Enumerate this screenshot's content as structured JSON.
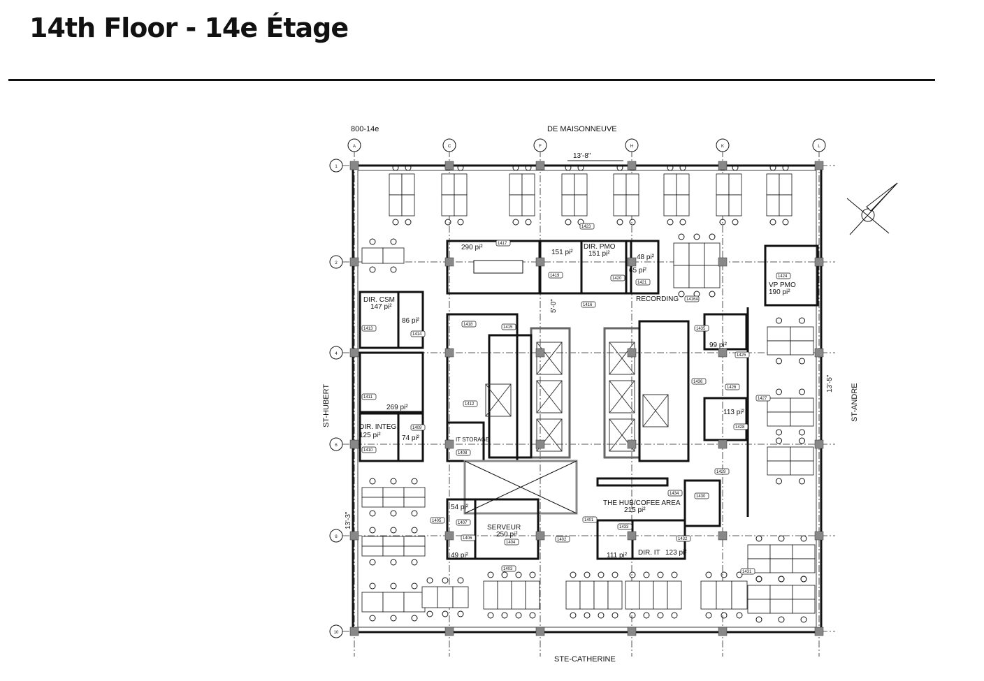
{
  "title": "14th Floor - 14e Étage",
  "plan": {
    "code": "800-14e",
    "streets": {
      "north": "DE MAISONNEUVE",
      "south": "STE-CATHERINE",
      "west": "ST-HUBERT",
      "east": "ST-ANDRE"
    },
    "grid_columns": [
      "A",
      "C",
      "F",
      "H",
      "K",
      "L"
    ],
    "grid_rows": [
      "1",
      "2",
      "4",
      "6",
      "8",
      "10"
    ],
    "dimensions": [
      "13'-8\"",
      "13'-5\"",
      "5'-0\"",
      "13'-3\""
    ],
    "rooms": [
      {
        "name": "",
        "area": "290 pi²"
      },
      {
        "name": "",
        "area": "151 pi²"
      },
      {
        "name": "DIR. PMO",
        "area": "151 pi²"
      },
      {
        "name": "",
        "area": "48 pi²"
      },
      {
        "name": "",
        "area": "65 pi²"
      },
      {
        "name": "RECORDING",
        "area": ""
      },
      {
        "name": "DIR. CSM",
        "area": "147 pi²"
      },
      {
        "name": "",
        "area": "86 pi²"
      },
      {
        "name": "",
        "area": "99 pi²"
      },
      {
        "name": "VP PMO",
        "area": "190 pi²"
      },
      {
        "name": "",
        "area": "269 pi²"
      },
      {
        "name": "DIR. INTEG.",
        "area": "125 pi²"
      },
      {
        "name": "",
        "area": "74 pi²"
      },
      {
        "name": "IT STORAGE",
        "area": ""
      },
      {
        "name": "",
        "area": "113 pi²"
      },
      {
        "name": "",
        "area": "54 pi²"
      },
      {
        "name": "",
        "area": "49 pi²"
      },
      {
        "name": "SERVEUR",
        "area": "250 pi²"
      },
      {
        "name": "THE HUB/COFEE AREA",
        "area": "215 pi²"
      },
      {
        "name": "",
        "area": "111 pi²"
      },
      {
        "name": "DIR. IT",
        "area": "123 pi²"
      }
    ],
    "room_numbers": [
      "1423",
      "1417",
      "1419",
      "1420",
      "1421",
      "1424",
      "1416",
      "1416A",
      "1418",
      "1415",
      "1414",
      "1413",
      "1435",
      "1425",
      "1436",
      "1426",
      "1427",
      "1411",
      "1412",
      "1409",
      "1410",
      "1408",
      "1428",
      "1429",
      "1430",
      "1434",
      "1405",
      "1407",
      "1406",
      "1404",
      "1402",
      "1401",
      "1403",
      "1433",
      "1432",
      "1431"
    ]
  }
}
